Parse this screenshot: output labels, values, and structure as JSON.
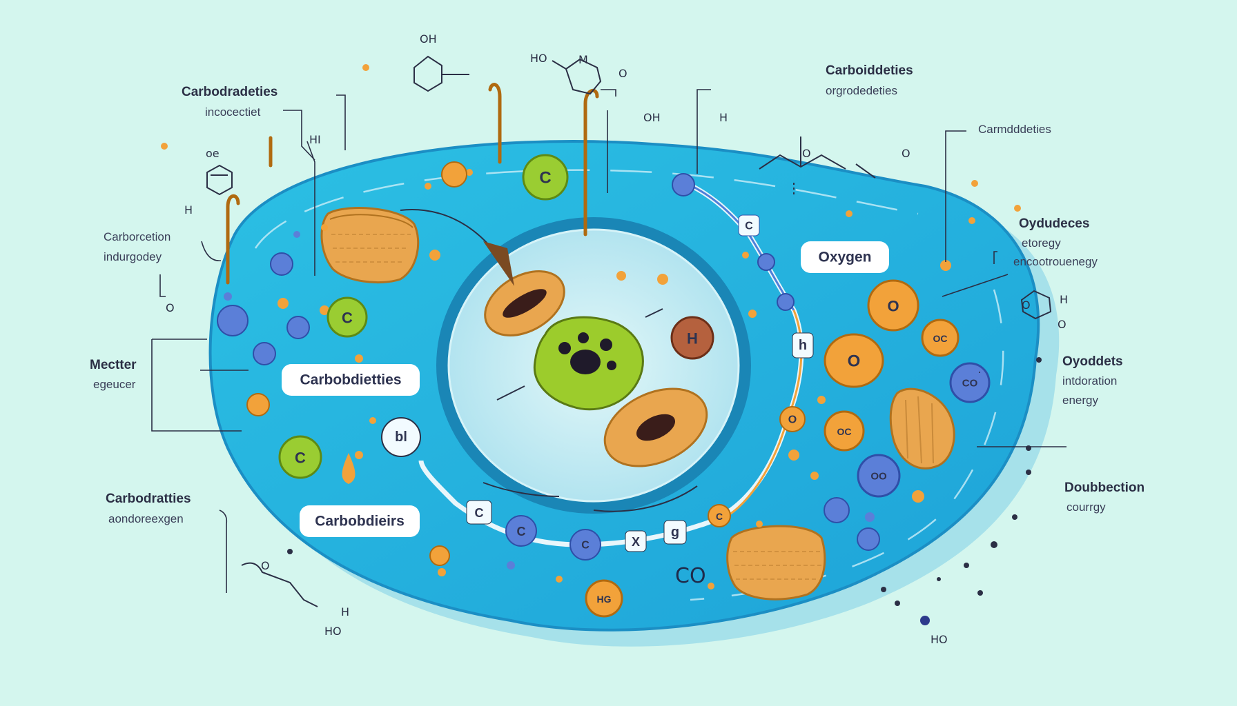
{
  "callouts": [
    {
      "title": "Carbodradeties",
      "sub": "incocectiet"
    },
    {
      "title": "Carborcetion",
      "sub": "indurgodey"
    },
    {
      "title": "Mectter",
      "sub": "egeucer"
    },
    {
      "title": "Carbodratties",
      "sub": "aondoreexgen"
    },
    {
      "title": "Carboiddeties",
      "sub": "orgrodedeties"
    },
    {
      "title": "Carmdddeties",
      "sub": ""
    },
    {
      "title": "Oydudeces",
      "sub": "etoregy",
      "sub2": "encootrouenegy"
    },
    {
      "title": "Oyoddets",
      "sub": "intdoration",
      "sub2": "energy"
    },
    {
      "title": "Doubbection",
      "sub": "courrgy"
    }
  ],
  "pills": {
    "left": "Carbobdietties",
    "bottom": "Carbobdieirs",
    "right": "Oxygen"
  },
  "atoms": {
    "c1": "C",
    "c2": "C",
    "c3": "C",
    "c4": "C",
    "h_core": "H",
    "o1": "O",
    "o2": "O",
    "oc1": "OC",
    "oc2": "OC",
    "co": "CO",
    "oo": "OO",
    "hg": "HG",
    "bl": "bl",
    "chain_c1": "C",
    "chain_c2": "C",
    "chain_c3": "C",
    "chain_c4": "C",
    "chain_x": "X",
    "chain_g": "g",
    "chain_h": "h",
    "chain_o": "O"
  },
  "chem_labels": {
    "oh_top": "OH",
    "ho_mn": "HO",
    "mn": "M",
    "o_ring": "O",
    "oh_mid": "OH",
    "h_mid": "H",
    "oe": "oe",
    "h_hi": "HI",
    "h_left": "H",
    "o_left": "O",
    "o_left2": "O",
    "h_right": "H",
    "o_right": "O",
    "o_r1": "O",
    "o_r2": "O",
    "co_big": "CO",
    "ho_bottom": "HO",
    "ho_right": "HO",
    "h_bot": "H",
    "o_bot": "O"
  },
  "colors": {
    "background": "#d4f6ee",
    "cell_body": "#26b5de",
    "cell_edge": "#1f8fc4",
    "nucleus_ring": "#1b8db8",
    "nucleus_fill": "#bfe9f1",
    "core_green": "#9ccc2c",
    "atom_orange": "#f2a23a",
    "atom_green": "#9acd32",
    "atom_blue": "#5b7fd8",
    "organelle": "#e9a64f"
  }
}
